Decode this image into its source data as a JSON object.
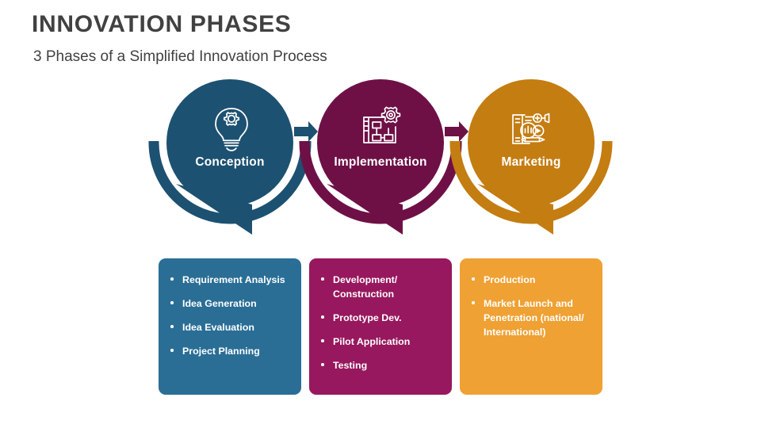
{
  "header": {
    "title": "INNOVATION PHASES",
    "subtitle": "3 Phases of a Simplified Innovation Process",
    "title_color": "#414141"
  },
  "phases": [
    {
      "id": "conception",
      "label": "Conception",
      "icon": "lightbulb-gear-icon",
      "circle_color": "#1d5171",
      "arc_color": "#1d5171",
      "box_color": "#2a6e96",
      "bullets": [
        "Requirement Analysis",
        "Idea Generation",
        "Idea Evaluation",
        "Project Planning"
      ]
    },
    {
      "id": "implementation",
      "label": "Implementation",
      "icon": "flowchart-gear-icon",
      "circle_color": "#6e1046",
      "arc_color": "#6e1046",
      "box_color": "#97185e",
      "bullets": [
        "Development/ Construction",
        "Prototype Dev.",
        "Pilot Application",
        "Testing"
      ]
    },
    {
      "id": "marketing",
      "label": "Marketing",
      "icon": "marketing-report-icon",
      "circle_color": "#c47d11",
      "arc_color": "#c47d11",
      "box_color": "#efa134",
      "bullets": [
        "Production",
        "Market Launch and Penetration (national/ International)"
      ]
    }
  ],
  "connectors": [
    {
      "id": "arrow-conception-to-implementation",
      "color": "#1d5171"
    },
    {
      "id": "arrow-implementation-to-marketing",
      "color": "#6e1046"
    }
  ],
  "background_color": "#ffffff"
}
